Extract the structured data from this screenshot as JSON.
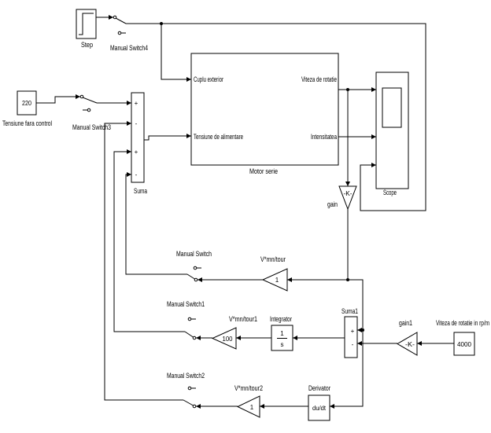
{
  "colors": {
    "background": "#ffffff",
    "line": "#000000",
    "block_fill": "#ffffff"
  },
  "blocks": {
    "step": {
      "label": "Step"
    },
    "manual_switch4": {
      "label": "Manual Switch4"
    },
    "constant_220": {
      "value": "220",
      "label": "Tensiune fara control"
    },
    "manual_switch3": {
      "label": "Manual Switch3"
    },
    "suma": {
      "label": "Suma",
      "signs": [
        "+",
        "-",
        "+",
        "-"
      ]
    },
    "motor_serie": {
      "label": "Motor serie",
      "inputs": [
        "Cuplu exterior",
        "Tensiune de alimentare"
      ],
      "outputs": [
        "Viteza de rotatie",
        "Intensitatea"
      ]
    },
    "scope": {
      "label": "Scope"
    },
    "gain": {
      "label": "gain",
      "value": "-K-"
    },
    "manual_switch": {
      "label": "Manual Switch"
    },
    "vmn_tour": {
      "label": "V*mn/tour",
      "value": "1"
    },
    "manual_switch1": {
      "label": "Manual Switch1"
    },
    "vmn_tour1": {
      "label": "V*mn/tour1",
      "value": "100"
    },
    "integrator": {
      "label": "Integrator",
      "numerator": "1",
      "denominator": "s"
    },
    "suma1": {
      "label": "Suma1",
      "signs": [
        "+",
        "-"
      ]
    },
    "gain1": {
      "label": "gain1",
      "value": "-K-"
    },
    "constant_4000": {
      "value": "4000",
      "label": "Viteza de rotatie in rp/m"
    },
    "manual_switch2": {
      "label": "Manual Switch2"
    },
    "vmn_tour2": {
      "label": "V*mn/tour2",
      "value": "1"
    },
    "derivator": {
      "label": "Derivator",
      "value": "du/dt"
    }
  }
}
